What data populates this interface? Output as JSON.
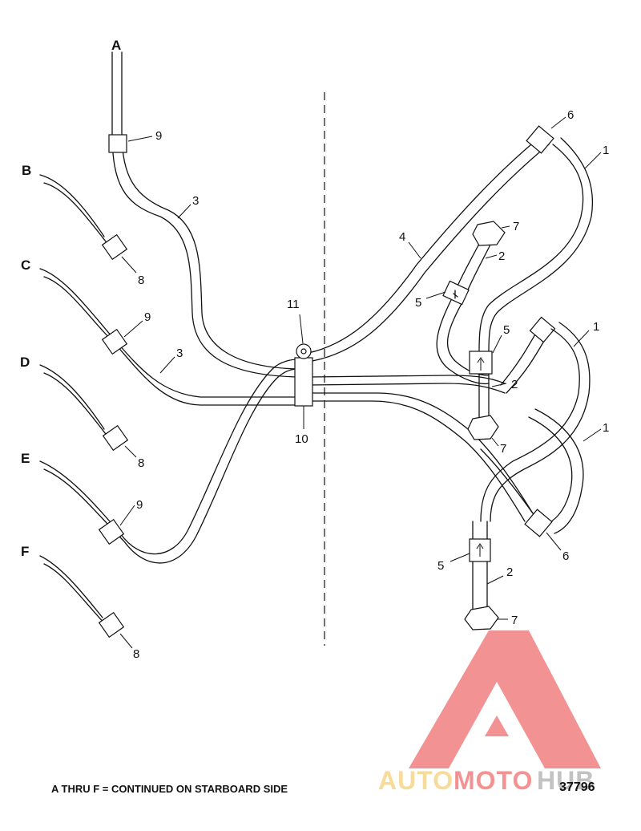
{
  "letters": [
    "A",
    "B",
    "C",
    "D",
    "E",
    "F"
  ],
  "callouts": {
    "c1a": "1",
    "c1b": "1",
    "c1c": "1",
    "c2a": "2",
    "c2b": "2",
    "c2c": "2",
    "c3a": "3",
    "c3b": "3",
    "c4": "4",
    "c5a": "5",
    "c5b": "5",
    "c5c": "5",
    "c6a": "6",
    "c6b": "6",
    "c7a": "7",
    "c7b": "7",
    "c7c": "7",
    "c8a": "8",
    "c8b": "8",
    "c8c": "8",
    "c9a": "9",
    "c9b": "9",
    "c9c": "9",
    "c10": "10",
    "c11": "11"
  },
  "note": "A THRU F = CONTINUED ON STARBOARD SIDE",
  "figure_number": "37796",
  "watermark": {
    "text_part1": "AUTO",
    "text_part2": "MOTO",
    "text_part3": "HUB",
    "color_red": "#f08080",
    "color_yellow": "#f5d58a",
    "color_gray": "#b8b8b8"
  }
}
